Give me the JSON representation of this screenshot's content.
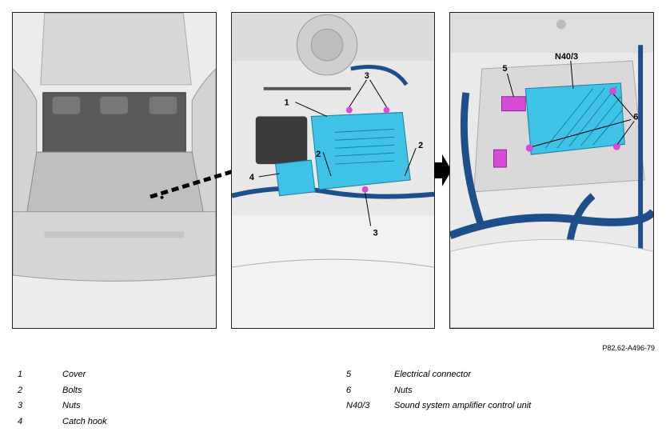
{
  "figure": {
    "reference": "P82.62-A496-79",
    "callouts": {
      "c1": "1",
      "c2a": "2",
      "c2b": "2",
      "c3a": "3",
      "c3b": "3",
      "c4": "4",
      "c5": "5",
      "c6": "6",
      "n40": "N40/3"
    }
  },
  "legend": {
    "left": [
      {
        "key": "1",
        "label": "Cover"
      },
      {
        "key": "2",
        "label": "Bolts"
      },
      {
        "key": "3",
        "label": "Nuts"
      },
      {
        "key": "4",
        "label": "Catch hook"
      }
    ],
    "right": [
      {
        "key": "5",
        "label": "Electrical connector"
      },
      {
        "key": "6",
        "label": "Nuts"
      },
      {
        "key": "N40/3",
        "label": "Sound system amplifier control unit"
      }
    ]
  },
  "colors": {
    "component": "#3ec3e6",
    "fastener": "#d84ad8",
    "cable": "#1f4f8a"
  }
}
